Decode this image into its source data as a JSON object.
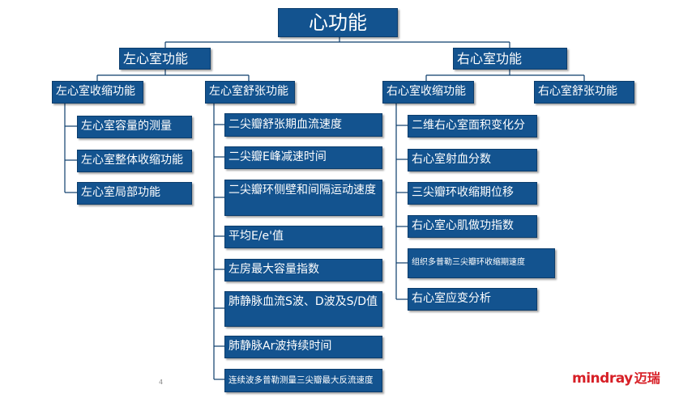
{
  "root": "心功能",
  "left": {
    "title": "左心室功能",
    "systolic": {
      "title": "左心室收缩功能",
      "items": [
        "左心室容量的测量",
        "左心室整体收缩功能",
        "左心室局部功能"
      ]
    },
    "diastolic": {
      "title": "左心室舒张功能",
      "items": [
        "二尖瓣舒张期血流速度",
        "二尖瓣E峰减速时间",
        "二尖瓣环侧壁和间隔运动速度",
        "平均E/e'值",
        "左房最大容量指数",
        "肺静脉血流S波、D波及S/D值",
        "肺静脉Ar波持续时间",
        "连续波多普勒测量三尖瓣最大反流速度"
      ]
    }
  },
  "right": {
    "title": "右心室功能",
    "systolic": {
      "title": "右心室收缩功能",
      "items": [
        "二维右心室面积变化分",
        "右心室射血分数",
        "三尖瓣环收缩期位移",
        "右心室心肌做功指数",
        "组织多普勒三尖瓣环收缩期速度",
        "右心室应变分析"
      ]
    },
    "diastolic": {
      "title": "右心室舒张功能"
    }
  },
  "footer": {
    "page_number": "4",
    "logo_en": "mindray",
    "logo_cn": "迈瑞"
  },
  "colors": {
    "box": "#13538f",
    "line": "#0c3d6c",
    "logo": "#d71f26"
  }
}
